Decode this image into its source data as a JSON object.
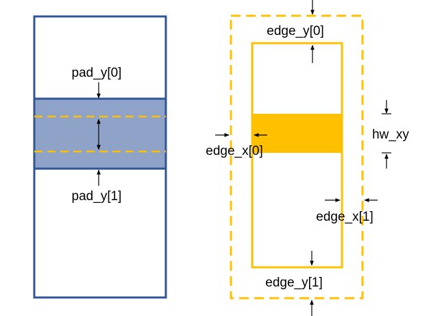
{
  "labels": {
    "pad_y_top": "pad_y[0]",
    "pad_y_bottom": "pad_y[1]",
    "edge_y_top": "edge_y[0]",
    "edge_y_bottom": "edge_y[1]",
    "edge_x_left": "edge_x[0]",
    "edge_x_right": "edge_x[1]",
    "hw_xy": "hw_xy"
  },
  "colors": {
    "navy": "#2f5597",
    "band_fill": "#8fa3c8",
    "gold": "#ffc000",
    "arrow": "#000000",
    "background": "#ffffff"
  }
}
